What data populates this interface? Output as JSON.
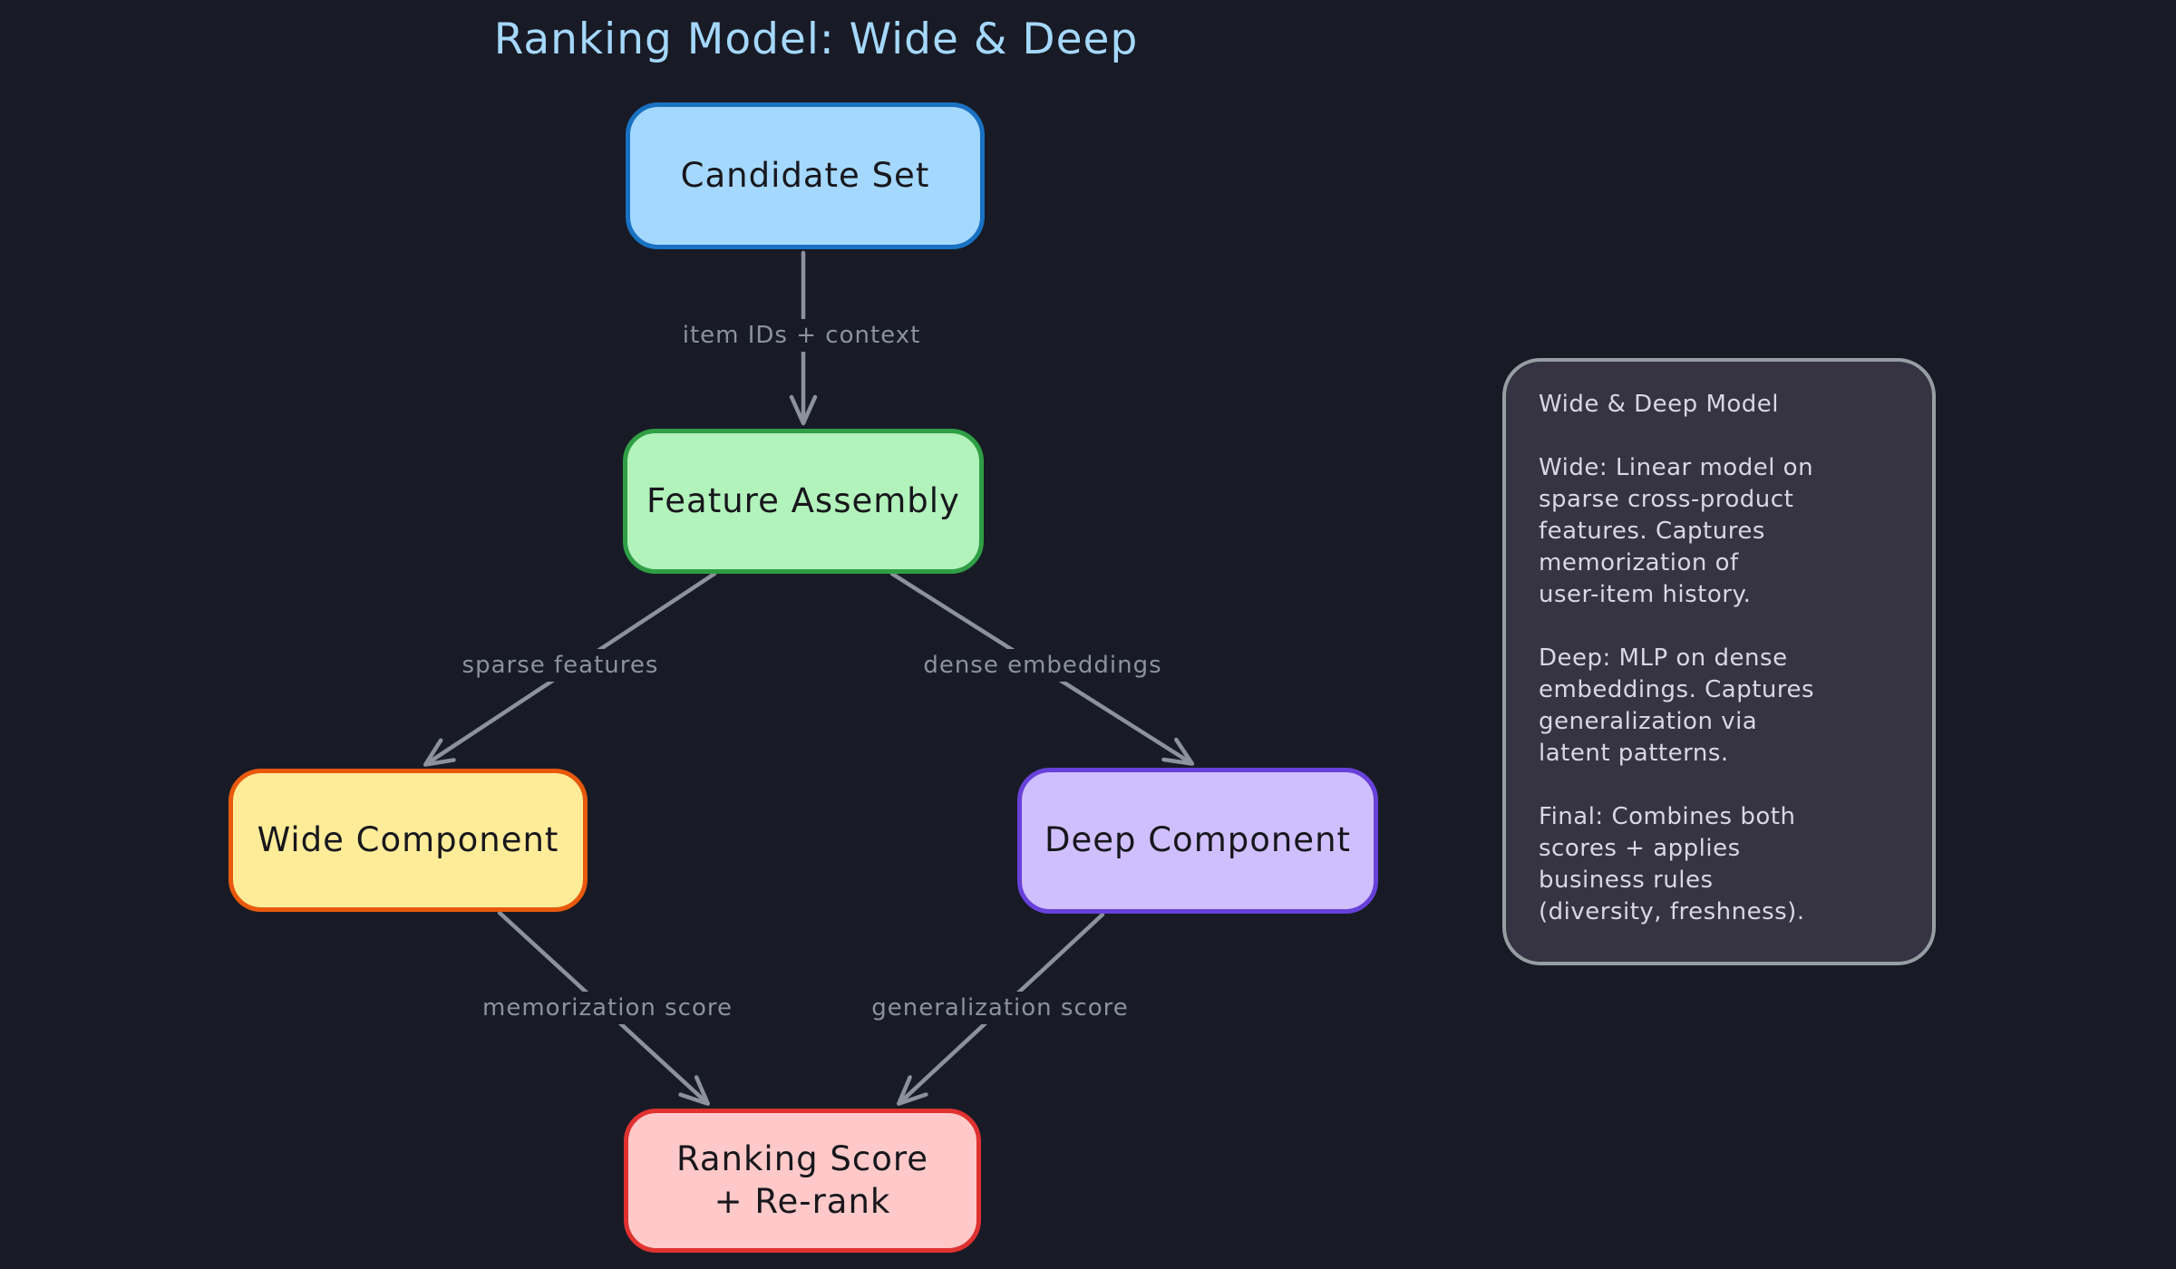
{
  "canvas": {
    "title": "Ranking Model: Wide & Deep",
    "background_color": "#181b25",
    "title_color": "#a5d8ff",
    "connector_color": "#8b929e"
  },
  "nodes": [
    {
      "id": "candidate-set",
      "label": "Candidate Set",
      "fill": "#a5d8ff",
      "stroke": "#1971c2"
    },
    {
      "id": "feature-assembly",
      "label": "Feature Assembly",
      "fill": "#b2f2bb",
      "stroke": "#2f9e44"
    },
    {
      "id": "wide-component",
      "label": "Wide Component",
      "fill": "#ffec99",
      "stroke": "#e8590c"
    },
    {
      "id": "deep-component",
      "label": "Deep Component",
      "fill": "#d0bfff",
      "stroke": "#6741d9"
    },
    {
      "id": "ranking-score",
      "label": "Ranking Score\n+ Re-rank",
      "fill": "#ffc9c9",
      "stroke": "#e03131"
    }
  ],
  "edges": [
    {
      "from": "candidate-set",
      "to": "feature-assembly",
      "label": "item IDs + context"
    },
    {
      "from": "feature-assembly",
      "to": "wide-component",
      "label": "sparse features"
    },
    {
      "from": "feature-assembly",
      "to": "deep-component",
      "label": "dense embeddings"
    },
    {
      "from": "wide-component",
      "to": "ranking-score",
      "label": "memorization score"
    },
    {
      "from": "deep-component",
      "to": "ranking-score",
      "label": "generalization score"
    }
  ],
  "note": {
    "fill": "#363342",
    "stroke": "#969ea4",
    "text_color": "#d9d7e4",
    "lines": [
      "Wide & Deep Model",
      "Wide: Linear model on\nsparse cross-product\nfeatures. Captures\nmemorization of\nuser-item history.",
      "Deep: MLP on dense\nembeddings. Captures\ngeneralization via\nlatent patterns.",
      "Final: Combines both\nscores + applies\nbusiness rules\n(diversity, freshness)."
    ]
  }
}
